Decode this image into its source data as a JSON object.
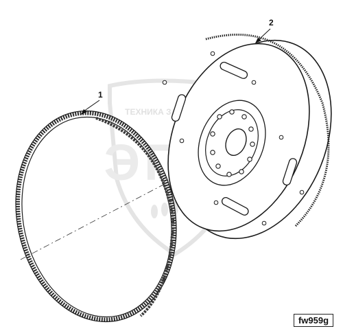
{
  "callouts": [
    {
      "id": "1",
      "label": "1"
    },
    {
      "id": "2",
      "label": "2"
    }
  ],
  "figure_code": "fw959g",
  "watermark": {
    "text": "ТЕХНИКА ЗАПЧАСТИ",
    "letters": "ЭПФ",
    "color": "#d9d9d9"
  },
  "colors": {
    "line": "#1a1a1a",
    "gear_fill": "#3a3a3a",
    "watermark": "#d9d9d9"
  }
}
